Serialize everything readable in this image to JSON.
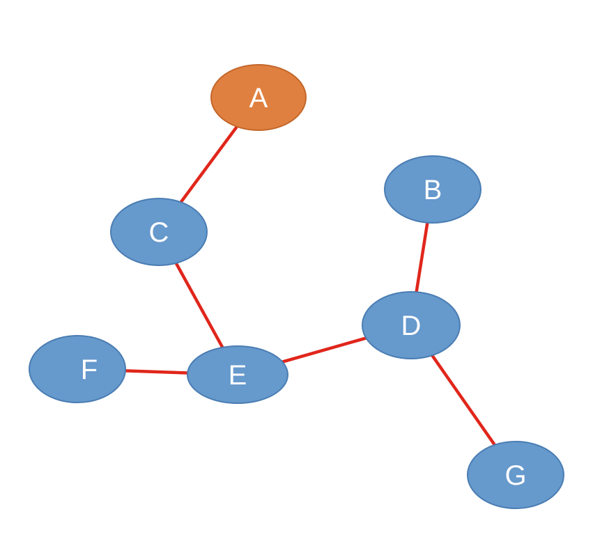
{
  "colors": {
    "node_fill": "#6699cc",
    "node_stroke": "#4a7db3",
    "highlight_fill": "#e08040",
    "highlight_stroke": "#c2672a",
    "label": "#ffffff",
    "edge": "#e0261b"
  },
  "nodes": {
    "A": {
      "label": "A",
      "highlighted": true
    },
    "B": {
      "label": "B",
      "highlighted": false
    },
    "C": {
      "label": "C",
      "highlighted": false
    },
    "D": {
      "label": "D",
      "highlighted": false
    },
    "E": {
      "label": "E",
      "highlighted": false
    },
    "F": {
      "label": "F",
      "highlighted": false
    },
    "G": {
      "label": "G",
      "highlighted": false
    }
  },
  "edges": [
    [
      "A",
      "C"
    ],
    [
      "C",
      "E"
    ],
    [
      "F",
      "E"
    ],
    [
      "E",
      "D"
    ],
    [
      "D",
      "B"
    ],
    [
      "D",
      "G"
    ]
  ]
}
